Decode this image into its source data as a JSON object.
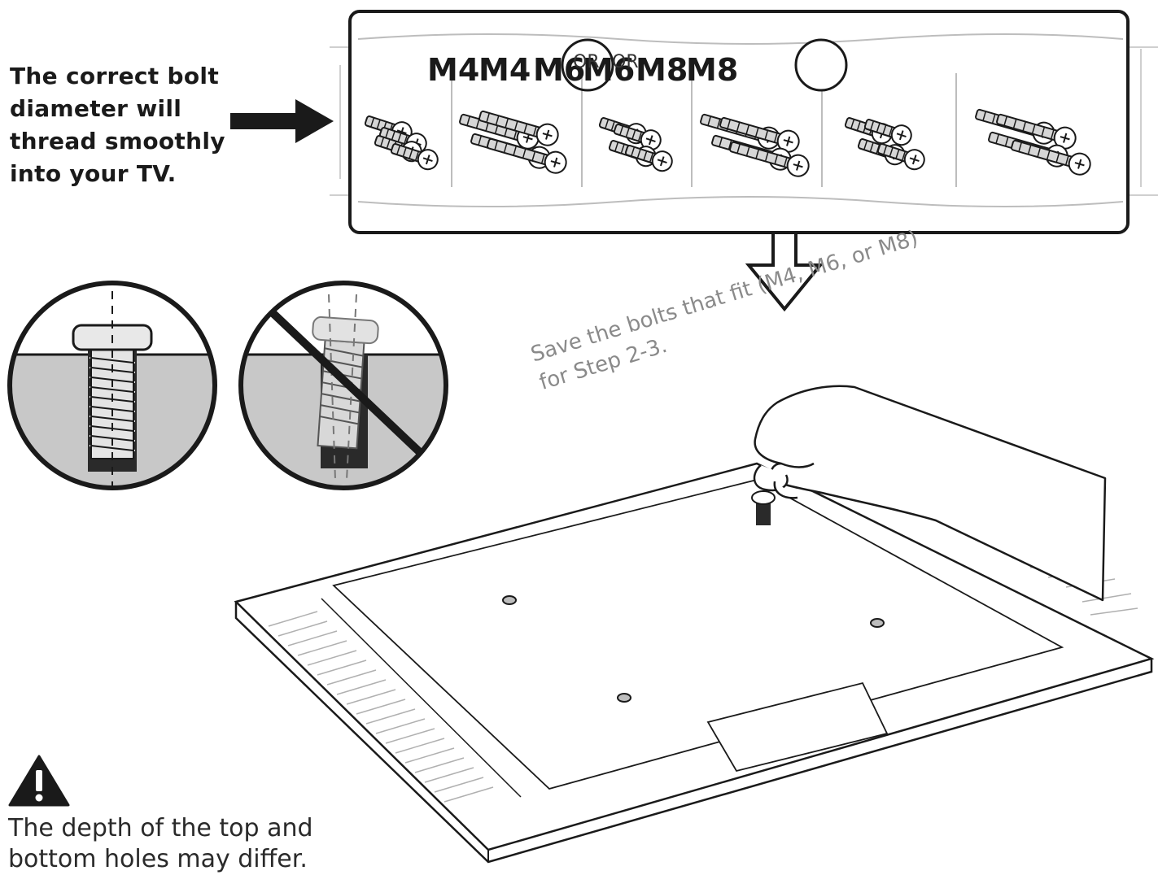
{
  "intro": {
    "lines": [
      "The correct bolt",
      "diameter will",
      "thread smoothly",
      "into your TV."
    ]
  },
  "bolt_sizes": [
    "M4",
    "M4",
    "M6",
    "M6",
    "M8",
    "M8"
  ],
  "or_labels": [
    "OR",
    "OR"
  ],
  "save_note": {
    "lines": [
      "Save the bolts that fit (M4, M6, or M8)",
      "for Step 2-3."
    ]
  },
  "warning_note": {
    "lines": [
      "The depth of the top and",
      "bottom holes may differ."
    ]
  },
  "colors": {
    "line": "#1a1a1a",
    "fill_grey": "#c8c8c8",
    "light_grey": "#e8e8e8",
    "dark": "#2a2a2a"
  },
  "icons": [
    "arrow-right-icon",
    "arrow-down-icon",
    "warning-icon",
    "bolt-icon",
    "hand-icon",
    "tv-back-panel"
  ]
}
